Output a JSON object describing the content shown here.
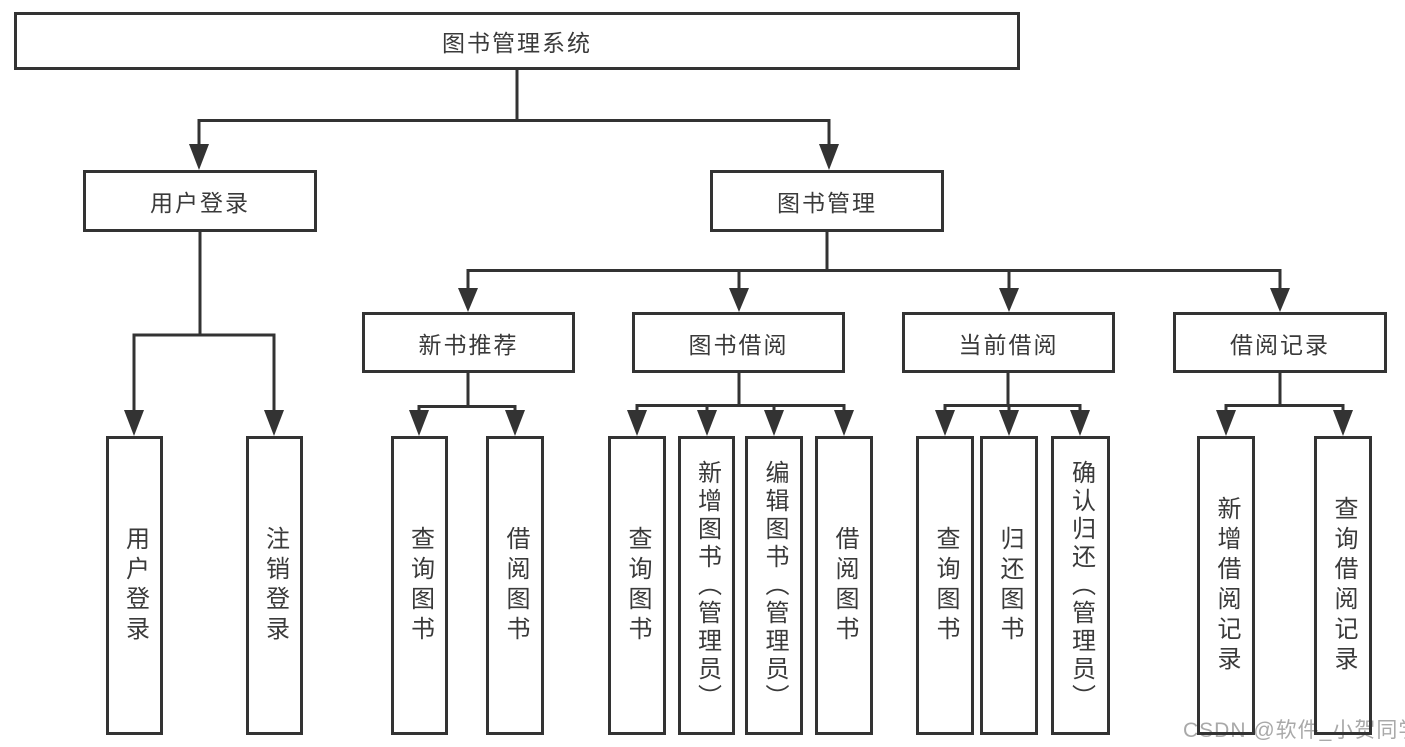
{
  "diagram_type": "function-structure-tree",
  "tree": {
    "label": "图书管理系统",
    "children": [
      {
        "label": "用户登录",
        "children": [
          {
            "label": "用户登录"
          },
          {
            "label": "注销登录"
          }
        ]
      },
      {
        "label": "图书管理",
        "children": [
          {
            "label": "新书推荐",
            "children": [
              {
                "label": "查询图书"
              },
              {
                "label": "借阅图书"
              }
            ]
          },
          {
            "label": "图书借阅",
            "children": [
              {
                "label": "查询图书"
              },
              {
                "label": "新增图书（管理员）"
              },
              {
                "label": "编辑图书（管理员）"
              },
              {
                "label": "借阅图书"
              }
            ]
          },
          {
            "label": "当前借阅",
            "children": [
              {
                "label": "查询图书"
              },
              {
                "label": "归还图书"
              },
              {
                "label": "确认归还（管理员）"
              }
            ]
          },
          {
            "label": "借阅记录",
            "children": [
              {
                "label": "新增借阅记录"
              },
              {
                "label": "查询借阅记录"
              }
            ]
          }
        ]
      }
    ]
  },
  "watermark": {
    "text": "CSDN @软件_小贺同学"
  },
  "colors": {
    "line": "#333333",
    "box_border": "#333333",
    "text": "#3a3a3a",
    "background": "#ffffff",
    "watermark": "#a9a9a9"
  }
}
